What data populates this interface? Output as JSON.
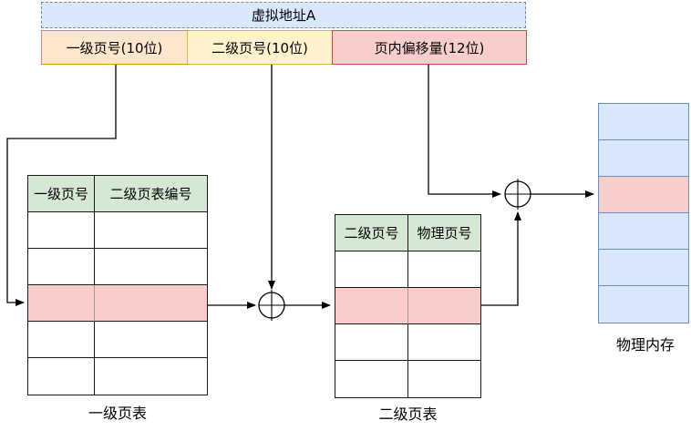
{
  "virtual_address": {
    "label": "虚拟地址A"
  },
  "address_fields": [
    {
      "label": "一级页号(10位)"
    },
    {
      "label": "二级页号(10位)"
    },
    {
      "label": "页内偏移量(12位)"
    }
  ],
  "level1_table": {
    "headers": [
      "一级页号",
      "二级页表编号"
    ],
    "row_count": 5,
    "highlighted_row": 3,
    "caption": "一级页表"
  },
  "level2_table": {
    "headers": [
      "二级页号",
      "物理页号"
    ],
    "row_count": 4,
    "highlighted_row": 2,
    "caption": "二级页表"
  },
  "physical_memory": {
    "cell_count": 6,
    "highlighted_cell": 3,
    "caption": "物理内存"
  },
  "combine_nodes": {
    "count": 2,
    "symbol": "circle-plus"
  },
  "colors": {
    "virtual_address_fill": "#dae8fc",
    "virtual_address_border_dashed": "#76879e",
    "field1_fill": "#ffe6cc",
    "field1_border": "#d79b00",
    "field2_fill": "#fff2cc",
    "field2_border": "#d6b656",
    "offset_fill": "#f8cecc",
    "offset_border": "#b85450",
    "table_header_fill": "#d5e8d4",
    "highlight_fill": "#f8cecc",
    "memory_fill": "#dae8fc",
    "memory_border": "#6c8ebf",
    "wire": "#000000"
  }
}
